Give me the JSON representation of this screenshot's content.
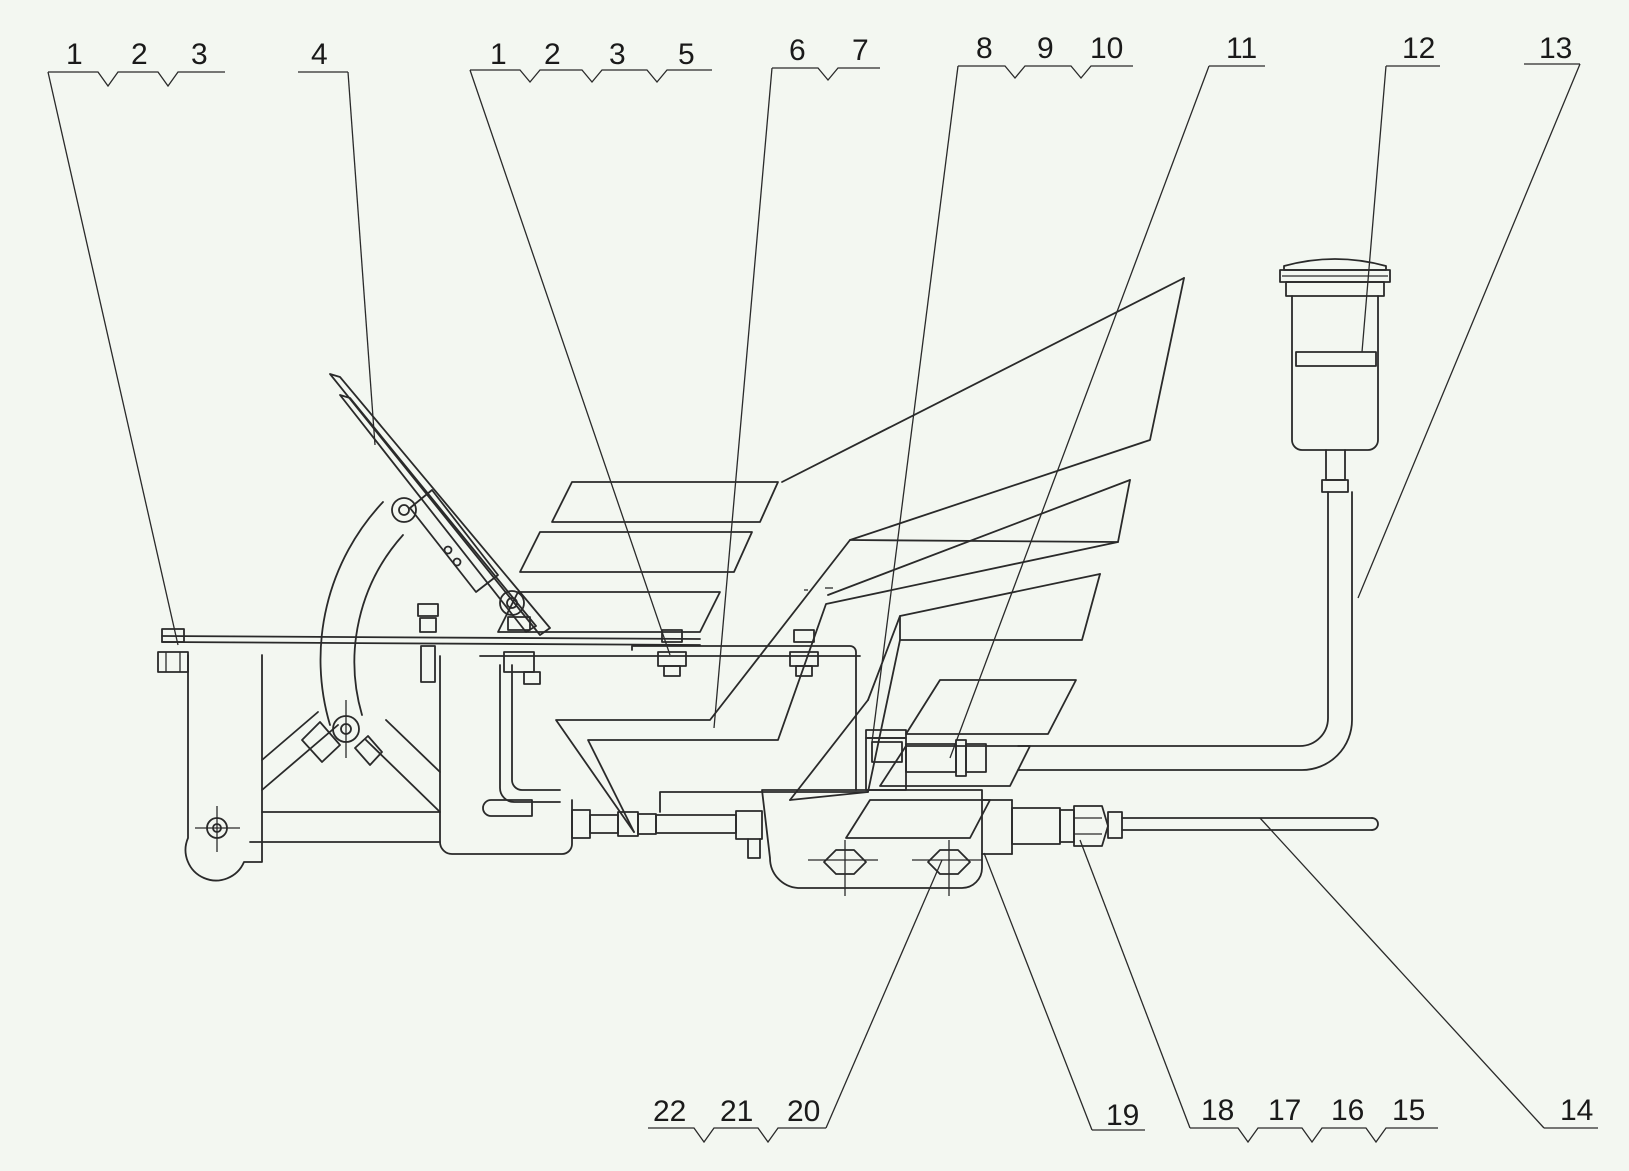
{
  "callouts": {
    "g1": [
      "1",
      "2",
      "3"
    ],
    "g2": "4",
    "g3": [
      "1",
      "2",
      "3",
      "5"
    ],
    "g4": [
      "6",
      "7"
    ],
    "g5": [
      "8",
      "9",
      "10"
    ],
    "g6": "11",
    "g7": "12",
    "g8": "13",
    "b1": [
      "22",
      "21",
      "20"
    ],
    "b2": "19",
    "b3": [
      "18",
      "17",
      "16",
      "15"
    ],
    "b4": "14"
  }
}
